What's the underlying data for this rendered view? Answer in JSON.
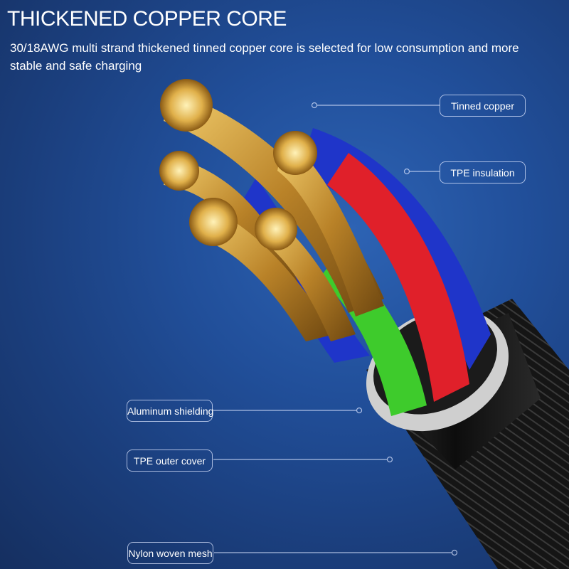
{
  "heading": "THICKENED COPPER CORE",
  "description": "30/18AWG multi strand thickened tinned copper core is selected for low consumption and more stable and safe charging",
  "labels": {
    "tinned_copper": "Tinned copper",
    "tpe_insulation": "TPE insulation",
    "aluminum_shielding": "Aluminum shielding",
    "tpe_outer_cover": "TPE outer cover",
    "nylon_woven_mesh": "Nylon woven mesh"
  },
  "colors": {
    "background": "#2356a5",
    "copper": "#d9a441",
    "red": "#e0202a",
    "green": "#3ecb2c",
    "blue": "#1f35c9",
    "shield": "#d8d8d8",
    "mesh": "#1a1a1a"
  }
}
